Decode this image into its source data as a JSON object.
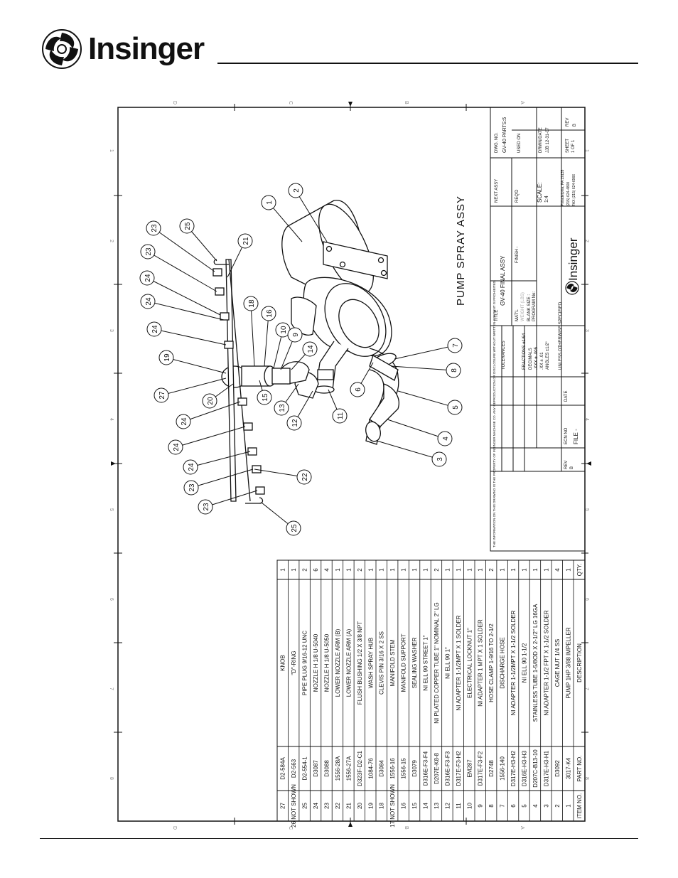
{
  "header": {
    "brand": "Insinger"
  },
  "drawing": {
    "title": "PUMP SPRAY ASSY",
    "border_rows": [
      "D",
      "C",
      "B",
      "A"
    ],
    "border_cols": [
      "1",
      "2",
      "3",
      "4",
      "5",
      "6",
      "7",
      "8"
    ]
  },
  "bom": {
    "headers": {
      "item": "ITEM NO.",
      "part": "PART NO.",
      "desc": "DESCRIPTION",
      "qty": "QTY."
    },
    "rows": [
      {
        "item": "27",
        "part": "D2-584A",
        "desc": "KNOB",
        "qty": "1"
      },
      {
        "item": "26 NOT SHOWN",
        "part": "D2-563",
        "desc": "\"D\"-RING",
        "qty": "1"
      },
      {
        "item": "25",
        "part": "D2-554-1",
        "desc": "PIPE PLUG 9/16-12 UNC",
        "qty": "2"
      },
      {
        "item": "24",
        "part": "D3087",
        "desc": "NOZZLE H 1/8 U-5040",
        "qty": "6"
      },
      {
        "item": "23",
        "part": "D3088",
        "desc": "NOZZLE H 1/8 U-5050",
        "qty": "4"
      },
      {
        "item": "22",
        "part": "1556-28A",
        "desc": "LOWER NOZZLE ARM (B)",
        "qty": "1"
      },
      {
        "item": "21",
        "part": "1556-27A",
        "desc": "LOWER NOZZLE ARM (A)",
        "qty": "1"
      },
      {
        "item": "20",
        "part": "D323F-D2-C1",
        "desc": "FLUSH BUSHING 1/2 X 3/8 NPT",
        "qty": "2"
      },
      {
        "item": "19",
        "part": "1084-76",
        "desc": "WASH SPRAY HUB",
        "qty": "1"
      },
      {
        "item": "18",
        "part": "D3084",
        "desc": "CLEVIS PIN 3/16 X 2 SS",
        "qty": "1"
      },
      {
        "item": "17 NOT SHOWN",
        "part": "1556-16",
        "desc": "MANIFOLD STEM",
        "qty": "1"
      },
      {
        "item": "16",
        "part": "1556-15",
        "desc": "MANIFOLD SUPPORT",
        "qty": "1"
      },
      {
        "item": "15",
        "part": "D3079",
        "desc": "SEALING WASHER",
        "qty": "1"
      },
      {
        "item": "14",
        "part": "D316E-F3-F4",
        "desc": "NI ELL 90 STREET 1\"",
        "qty": "1"
      },
      {
        "item": "13",
        "part": "D207E-K8-8",
        "desc": "NI PLATED COPPER TUBE 1\" NOMINAL 2\" LG",
        "qty": "2"
      },
      {
        "item": "12",
        "part": "D316E-F3-F3",
        "desc": "NI ELL 90 1\"",
        "qty": "1"
      },
      {
        "item": "11",
        "part": "D317E-F3-H2",
        "desc": "NI ADAPTER 1-1/2MPT X 1 SOLDER",
        "qty": "1"
      },
      {
        "item": "10",
        "part": "EM287",
        "desc": "ELECTRICAL LOCKNUT 1\"",
        "qty": "1"
      },
      {
        "item": "9",
        "part": "D317E-F3-F2",
        "desc": "NI ADAPTER 1 MPT X 1 SOLDER",
        "qty": "1"
      },
      {
        "item": "8",
        "part": "D2748",
        "desc": "HOSE CLAMP 1-9/16 TO 2-1/2",
        "qty": "2"
      },
      {
        "item": "7",
        "part": "1556-140",
        "desc": "DISCHARGE HOSE",
        "qty": "1"
      },
      {
        "item": "6",
        "part": "D317E-H3-H2",
        "desc": "NI ADAPTER 1-1/2MPT X 1-1/2 SOLDER",
        "qty": "1"
      },
      {
        "item": "5",
        "part": "D316E-H3-H3",
        "desc": "NI ELL 90 1-1/2",
        "qty": "1"
      },
      {
        "item": "4",
        "part": "D207C-B13-10",
        "desc": "STAINLESS TUBE 1-5/8OD X 2-1/2\" LG 16GA",
        "qty": "1"
      },
      {
        "item": "3",
        "part": "D317E-H3-H1",
        "desc": "NI ADAPTER 1-1/2 FPT X 1-1/2 SOLDER",
        "qty": "1"
      },
      {
        "item": "2",
        "part": "D3092",
        "desc": "CAGE NUT 1/4 SS",
        "qty": "4"
      },
      {
        "item": "1",
        "part": "3017-K4",
        "desc": "PUMP 1HP 3/88 IMPELLER",
        "qty": "1"
      }
    ]
  },
  "title_block": {
    "notice": "THE INFORMATION ON THIS DRAWING IS THE PROPERTY OF INSINGER MACHINE CO. ANY REPRODUCTION OR DISCLOSURE WITHOUT WRITTEN CONSENT IS PROHIBITED.",
    "rev_label": "REV",
    "ecn_label": "ECN NO",
    "date_label": "DATE",
    "file_label": "FILE -",
    "rev_value": "B",
    "tolerances": "TOLERANCES",
    "fractions": "FRACTIONS ±1/64",
    "decimals": "DECIMALS",
    "xxx": ".XXX ± .005",
    "xx": ".XX ± .01",
    "angles": "ANGLES ±1/2°",
    "unless": "UNLESS OTHERWISE SPECIFIED",
    "title_label": "TITLE",
    "title_value": "GV-40 FINAL ASSY",
    "matl": "MAT'L",
    "finish": "FINISH -",
    "weight": "WEIGHT (LBS)",
    "blank": "BLANK SIZE :",
    "program": "PROGRAM No:",
    "next_assy": "NEXT ASSY",
    "regd": "REQ'D",
    "scale_label": "SCALE:",
    "scale_value": "1:4",
    "dwg_no_label": "DWG. NO.",
    "dwg_no_value": "GV-40 PARTS:5",
    "used_on": "USED ON",
    "drawn_label": "DRWN/DATE",
    "drawn_value": "JJB 12-31-07",
    "sheet_label": "SHEET",
    "sheet_value": "1 OF 1",
    "rev_box": "REV",
    "rev_box_value": "B",
    "company": "Insinger",
    "address": "Philadelphia, PA 19135",
    "phone": "(215) 624-4800",
    "fax": "FAX (215) 624-6966"
  }
}
